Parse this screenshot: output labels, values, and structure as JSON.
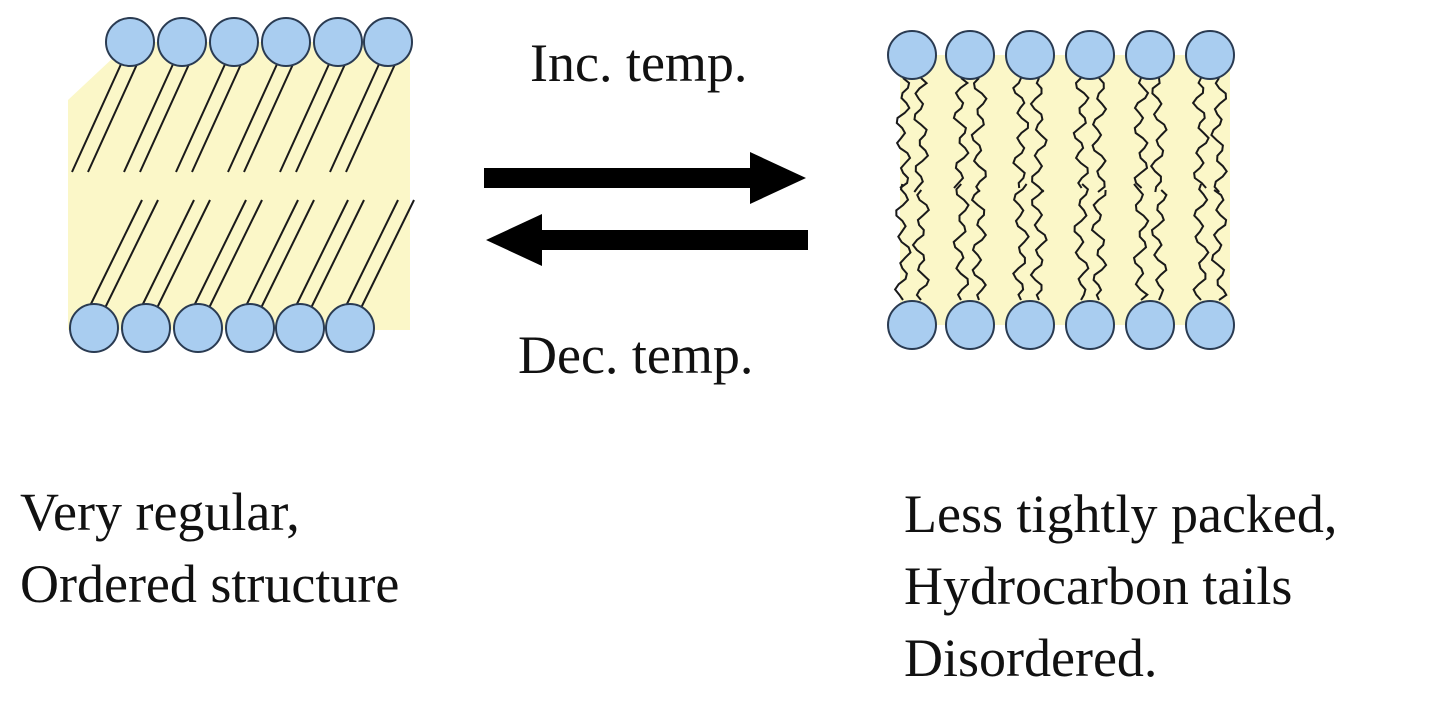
{
  "arrows": {
    "forward_label": "Inc. temp.",
    "reverse_label": "Dec. temp."
  },
  "ordered_bilayer": {
    "caption_lines": [
      "Very regular,",
      "Ordered structure"
    ]
  },
  "disordered_bilayer": {
    "caption_lines": [
      "Less tightly packed,",
      "Hydrocarbon tails",
      "Disordered."
    ]
  },
  "colors": {
    "head_fill": "#a9cdf0",
    "head_stroke": "#2a3b52",
    "core_fill": "#fbf7c8",
    "tail_stroke": "#1a1a1a",
    "arrow": "#000000"
  }
}
